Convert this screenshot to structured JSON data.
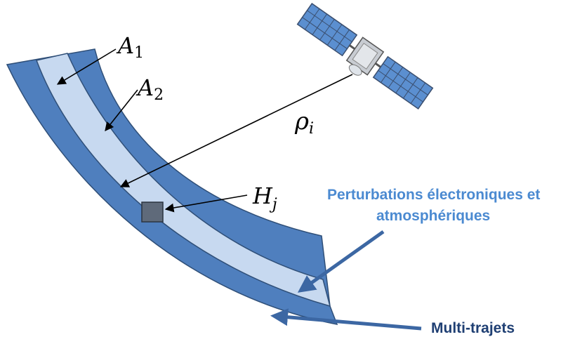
{
  "labels": {
    "a1": {
      "main": "A",
      "sub": "1"
    },
    "a2": {
      "main": "A",
      "sub": "2"
    },
    "rho": {
      "main": "ρ",
      "sub": "i"
    },
    "h": {
      "main": "H",
      "sub": "j"
    }
  },
  "annotations": {
    "perturbations_line1": "Perturbations électroniques et",
    "perturbations_line2": "atmosphériques",
    "multipath": "Multi-trajets"
  },
  "colors": {
    "band_dark": "#4f7fbe",
    "band_light": "#c7d9f0",
    "outline": "#2f4f78",
    "arrow_blue": "#3c67a3",
    "annotation_light_blue": "#4b8ad1",
    "annotation_dark_blue": "#1f3f73",
    "station": "#5f6a7a",
    "panel": "#5b8fd0",
    "satellite_body": "#c8ccd2"
  },
  "icons": {
    "satellite": "satellite-icon",
    "station": "station-square-icon"
  }
}
